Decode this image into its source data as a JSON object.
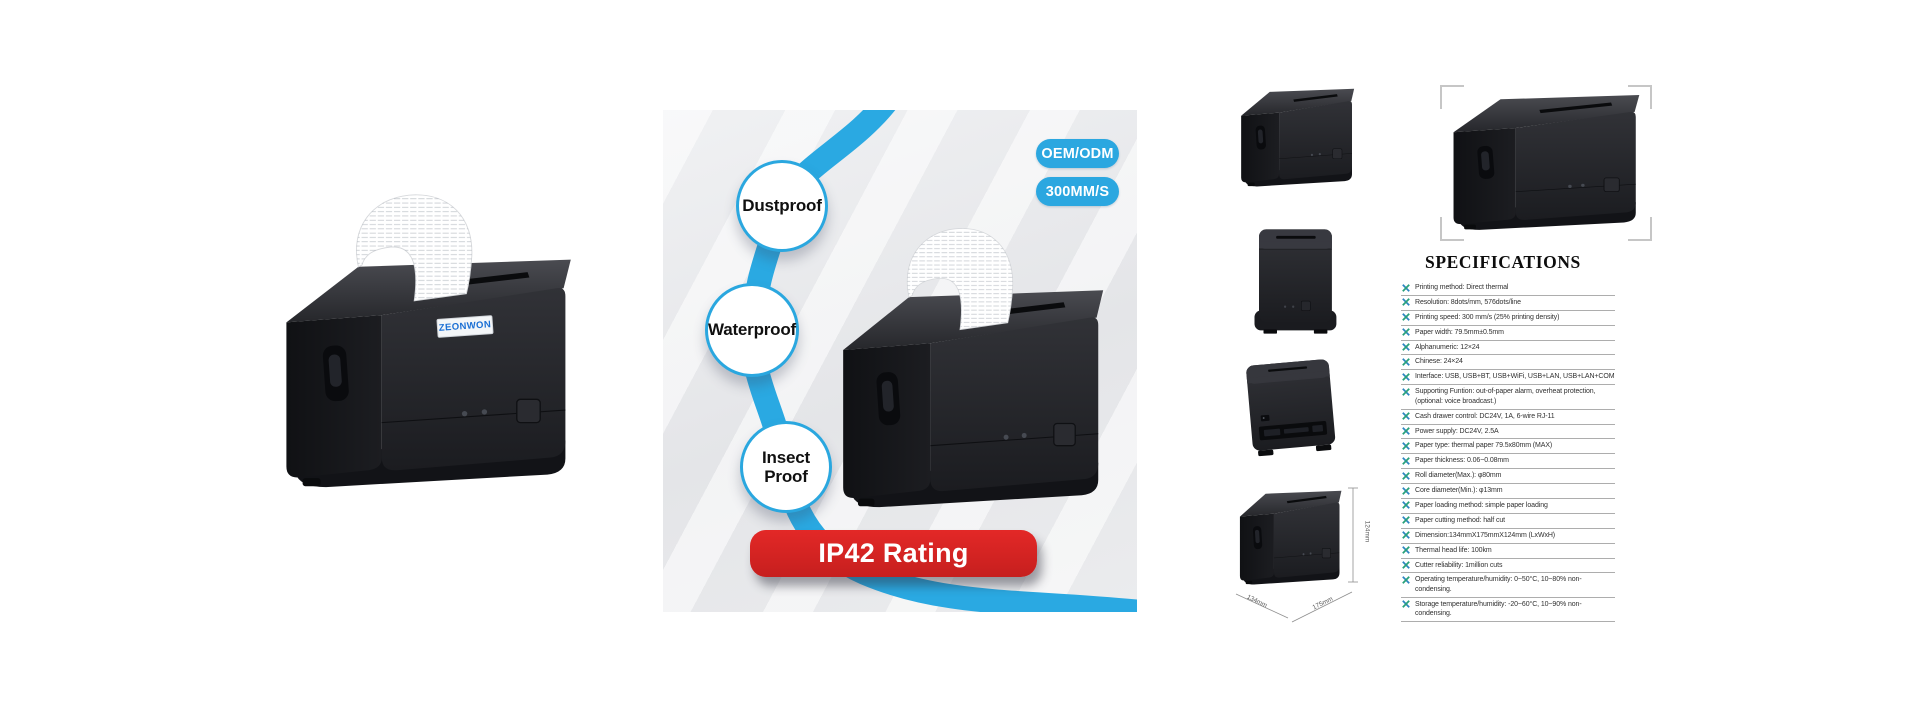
{
  "product": {
    "name": "thermal receipt printer",
    "brand_label": "ZEONWON",
    "brand_color": "#1b6fd4"
  },
  "promo": {
    "badges": [
      {
        "label": "OEM/ODM"
      },
      {
        "label": "300MM/S"
      }
    ],
    "features": [
      {
        "label": "Dustproof"
      },
      {
        "label": "Waterproof"
      },
      {
        "label": "Insect Proof"
      }
    ],
    "banner": {
      "label": "IP42 Rating"
    },
    "colors": {
      "blue": "#2aa9e2",
      "red": "#d42322",
      "background": "#e8e9eb"
    }
  },
  "gallery": {
    "thumbnails": [
      {
        "name": "angled-view"
      },
      {
        "name": "front-view"
      },
      {
        "name": "rear-bottom-view"
      },
      {
        "name": "dimension-view",
        "dimensions": {
          "height": "124mm",
          "depth": "134mm",
          "width": "175mm"
        }
      }
    ],
    "hero": {
      "name": "angled-view-framed"
    }
  },
  "specifications": {
    "title": "SPECIFICATIONS",
    "items": [
      "Printing method: Direct thermal",
      "Resolution: 8dots/mm, 576dots/line",
      "Printing speed: 300 mm/s (25% printing density)",
      "Paper width: 79.5mm±0.5mm",
      "Alphanumeric: 12×24",
      "Chinese: 24×24",
      "Interface: USB, USB+BT, USB+WiFi, USB+LAN, USB+LAN+COM",
      "Supporting Funtion: out-of-paper alarm, overheat protection, (optional: voice broadcast.)",
      "Cash drawer control: DC24V, 1A, 6-wire RJ-11",
      "Power supply: DC24V, 2.5A",
      "Paper type: thermal paper 79.5x80mm (MAX)",
      "Paper thickness: 0.06~0.08mm",
      "Roll diameter(Max.): φ80mm",
      "Core diameter(Min.): φ13mm",
      "Paper loading method: simple paper loading",
      "Paper cutting method: half cut",
      "Dimension:134mmX175mmX124mm (LxWxH)",
      "Thermal head life: 100km",
      "Cutter reliability: 1million cuts",
      "Operating temperature/humidity:  0~50°C, 10~80% non-condensing.",
      "Storage temperature/humidity: -20~60°C, 10~90% non-condensing."
    ]
  }
}
